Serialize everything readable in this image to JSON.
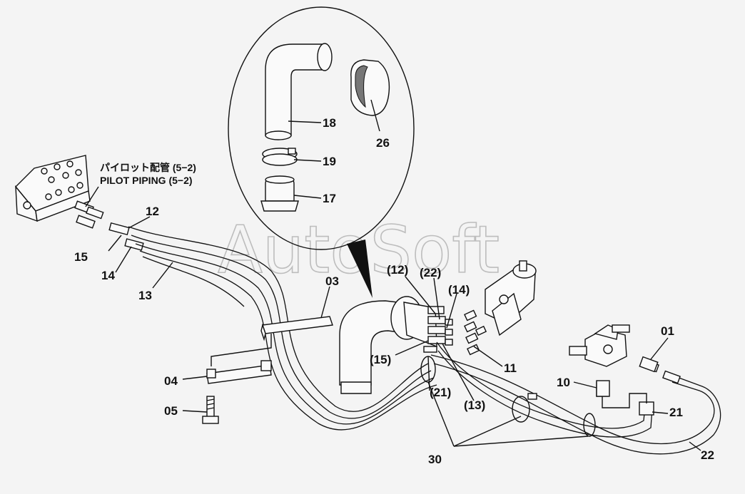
{
  "watermark": "AutoSoft",
  "notes": {
    "pilot_jp": "パイロット配管 (5−2)",
    "pilot_en": "PILOT PIPING (5−2)"
  },
  "labels": {
    "p18": "18",
    "p26": "26",
    "p19": "19",
    "p17": "17",
    "p12": "12",
    "p15": "15",
    "p14": "14",
    "p13": "13",
    "p03": "03",
    "p04": "04",
    "p05": "05",
    "p12b": "(12)",
    "p22b": "(22)",
    "p14b": "(14)",
    "p15b": "(15)",
    "p21b": "(21)",
    "p13b": "(13)",
    "p11": "11",
    "p01": "01",
    "p10": "10",
    "p21": "21",
    "p30": "30",
    "p22": "22"
  }
}
